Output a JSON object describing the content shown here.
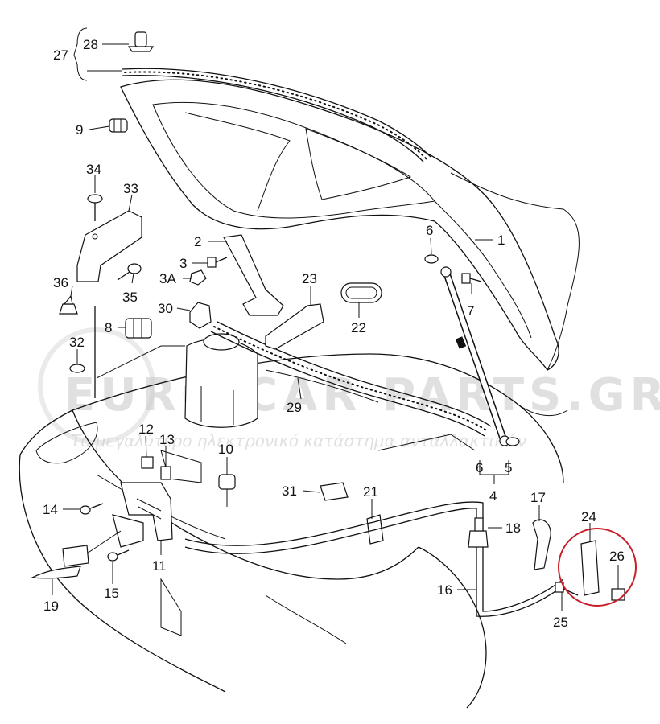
{
  "watermark": {
    "brand": "EURO CAR PARTS.GR",
    "tagline": "Το μεγαλύτερο ηλεκτρονικό κατάστημα ανταλλακτικών"
  },
  "highlight_color": "#c8202a",
  "callouts": {
    "c1": "1",
    "c2": "2",
    "c3": "3",
    "c3a": "3A",
    "c4": "4",
    "c5": "5",
    "c6a": "6",
    "c6b": "6",
    "c7": "7",
    "c8": "8",
    "c9": "9",
    "c10": "10",
    "c11": "11",
    "c12": "12",
    "c13": "13",
    "c14": "14",
    "c15": "15",
    "c16": "16",
    "c17": "17",
    "c18": "18",
    "c19": "19",
    "c21": "21",
    "c22": "22",
    "c23": "23",
    "c24": "24",
    "c25": "25",
    "c26": "26",
    "c27": "27",
    "c28": "28",
    "c29": "29",
    "c30": "30",
    "c31": "31",
    "c32": "32",
    "c33": "33",
    "c34": "34",
    "c35": "35",
    "c36": "36"
  }
}
